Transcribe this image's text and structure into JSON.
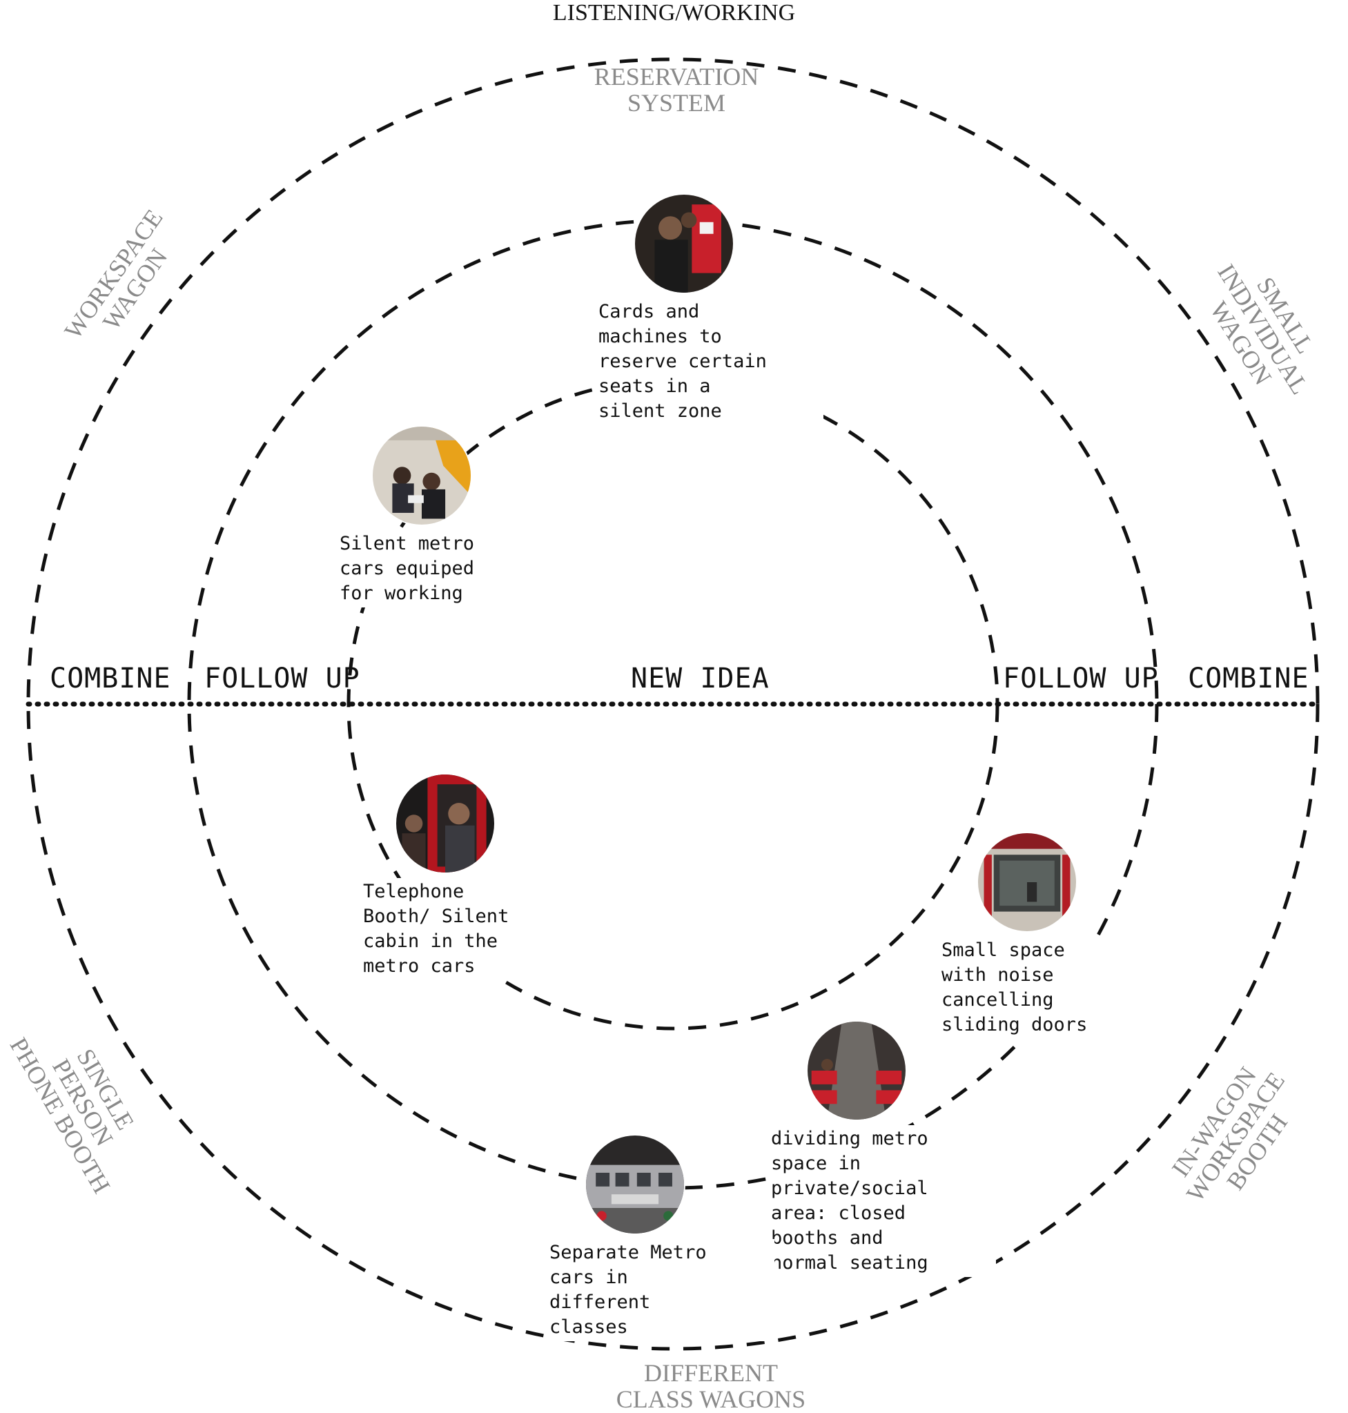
{
  "title": "LISTENING/WORKING",
  "zones": {
    "combine_left": "COMBINE",
    "follow_up_left": "FOLLOW UP",
    "new_idea": "NEW IDEA",
    "follow_up_right": "FOLLOW UP",
    "combine_right": "COMBINE"
  },
  "categories": {
    "top": "RESERVATION SYSTEM",
    "top_left": "WORKSPACE WAGON",
    "top_right": "SMALL INDIVIDUAL WAGON",
    "bottom_left": "SINGLE PERSON PHONE BOOTH",
    "bottom_right": "IN-WAGON WORKSPACE BOOTH",
    "bottom": "DIFFERENT CLASS WAGONS"
  },
  "category_lines": {
    "top": [
      "RESERVATION",
      "SYSTEM"
    ],
    "top_left": [
      "WORKSPACE",
      "WAGON"
    ],
    "top_right": [
      "SMALL",
      "INDIVIDUAL",
      "WAGON"
    ],
    "bottom_left": [
      "SINGLE",
      "PERSON",
      "PHONE BOOTH"
    ],
    "bottom_right": [
      "IN-WAGON",
      "WORKSPACE",
      "BOOTH"
    ],
    "bottom": [
      "DIFFERENT",
      "CLASS WAGONS"
    ]
  },
  "ideas": [
    {
      "id": "cards-machines",
      "lines": [
        "Cards and",
        "machines to",
        "reserve certain",
        "seats in a",
        "silent zone"
      ]
    },
    {
      "id": "silent-metro-cars",
      "lines": [
        "Silent metro",
        "cars equiped",
        "for working"
      ]
    },
    {
      "id": "telephone-booth",
      "lines": [
        "Telephone",
        "Booth/ Silent",
        "cabin in the",
        "metro cars"
      ]
    },
    {
      "id": "small-space",
      "lines": [
        "Small space",
        "with noise",
        "cancelling",
        "sliding doors"
      ]
    },
    {
      "id": "dividing-space",
      "lines": [
        "dividing metro",
        "space in",
        "private/social",
        "area: closed",
        "booths and",
        "normal seating"
      ]
    },
    {
      "id": "separate-cars",
      "lines": [
        "Separate Metro",
        "cars in",
        "different",
        "classes"
      ]
    }
  ],
  "colors": {
    "ring": "#111111",
    "category_text": "#8a8a8a",
    "accent_red": "#c8202b"
  }
}
